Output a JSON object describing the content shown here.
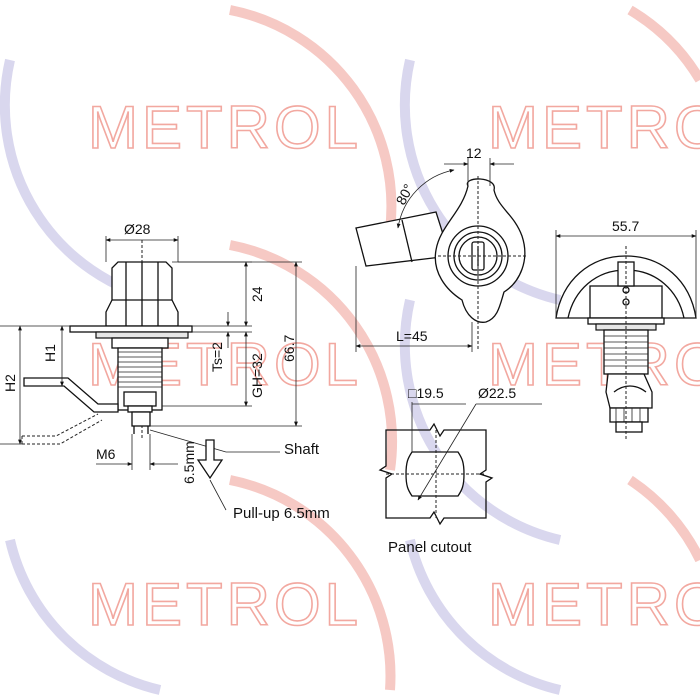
{
  "watermark": {
    "brand": "METROL",
    "colors": {
      "text": "#f2a8a0",
      "arc_red": "#f6c9c4",
      "arc_blue": "#d9d7ee"
    }
  },
  "side_view": {
    "dia_top": "Ø28",
    "dim_24": "24",
    "dim_66_7": "66.7",
    "dim_gh": "GH=32",
    "dim_ts": "Ts=2",
    "dim_h1": "H1",
    "dim_h2": "H2",
    "dim_m6": "M6",
    "shaft_label": "Shaft",
    "pull_dim": "6.5mm",
    "pull_label": "Pull-up 6.5mm"
  },
  "top_view": {
    "dim_12": "12",
    "angle": "80°",
    "length": "L=45"
  },
  "right_view": {
    "dim_55_7": "55.7"
  },
  "cutout": {
    "square": "□19.5",
    "diameter": "Ø22.5",
    "caption": "Panel cutout"
  }
}
